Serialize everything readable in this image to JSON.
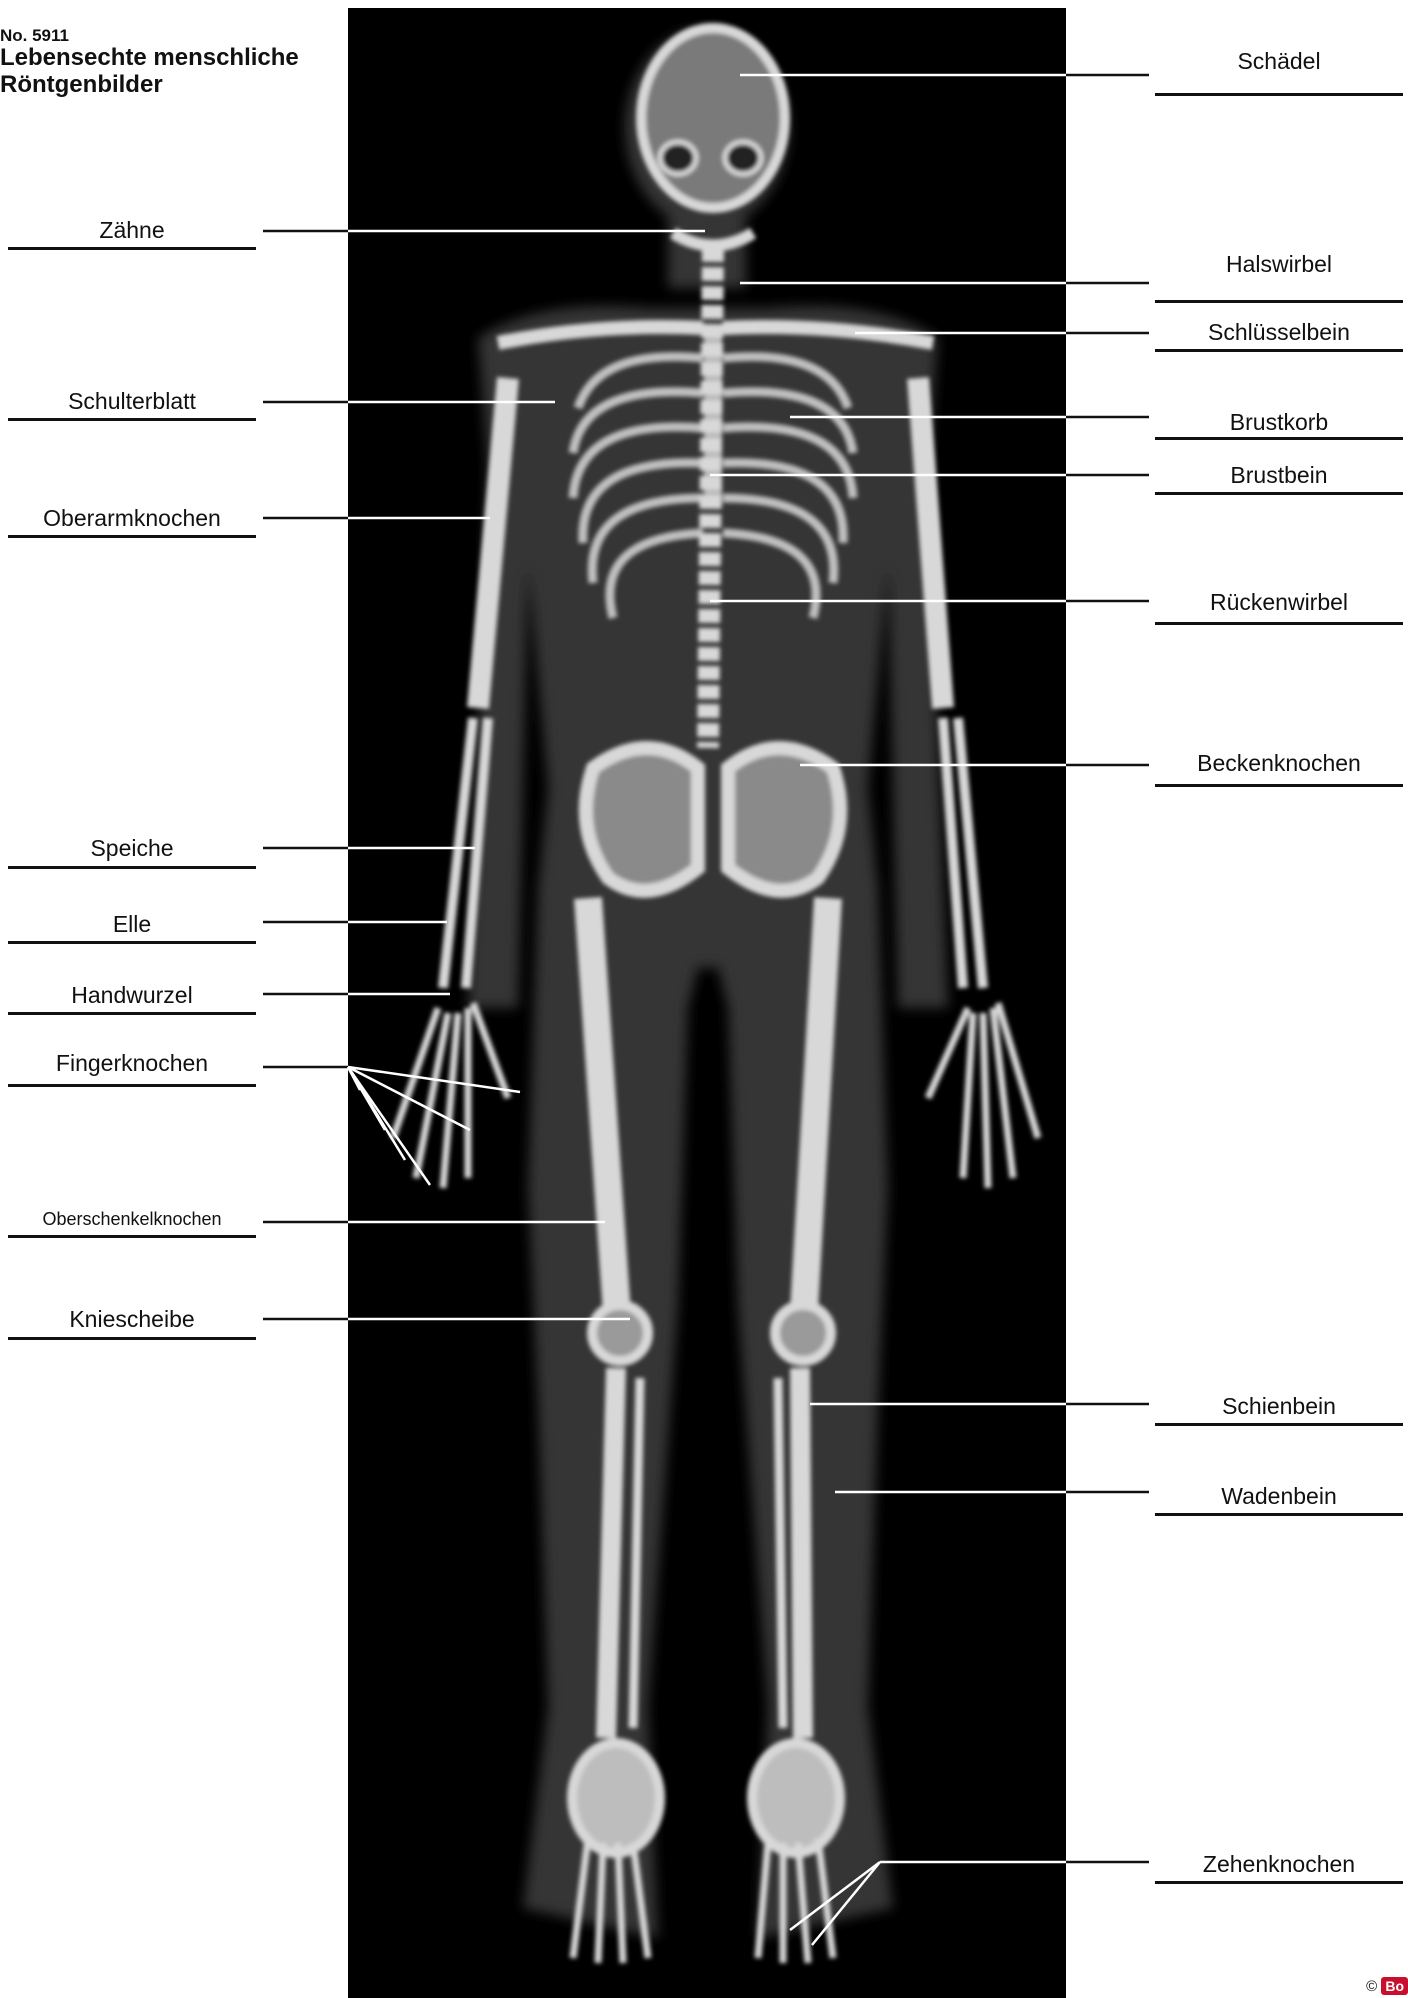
{
  "header": {
    "number": "No. 5911",
    "title_line1": "Lebensechte menschliche",
    "title_line2": "Röntgenbilder"
  },
  "labels": {
    "left": [
      "Zähne",
      "Schulterblatt",
      "Oberarmknochen",
      "Speiche",
      "Elle",
      "Handwurzel",
      "Fingerknochen",
      "Oberschenkelknochen",
      "Kniescheibe"
    ],
    "right": [
      "Schädel",
      "Halswirbel",
      "Schlüsselbein",
      "Brustkorb",
      "Brustbein",
      "Rückenwirbel",
      "Beckenknochen",
      "Schienbein",
      "Wadenbein",
      "Zehenknochen"
    ]
  },
  "footer": {
    "copyright": "©",
    "brand": "Bo"
  }
}
